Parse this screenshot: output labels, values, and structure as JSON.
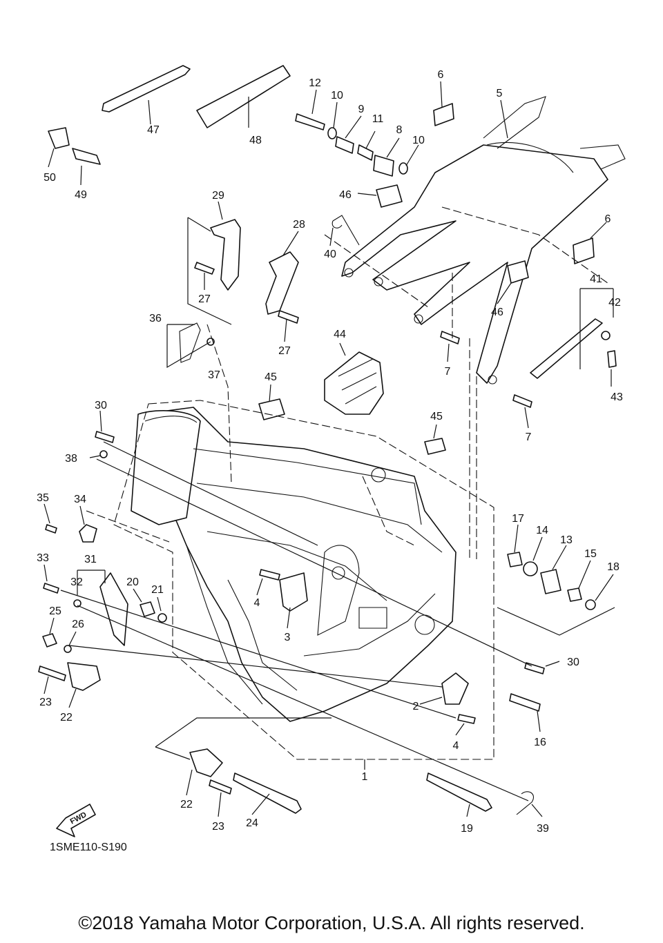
{
  "diagram_code": "1SME110-S190",
  "copyright": "©2018 Yamaha Motor Corporation, U.S.A. All rights reserved.",
  "fwd_label": "FWD",
  "callouts": [
    "1",
    "2",
    "3",
    "4",
    "4",
    "5",
    "6",
    "6",
    "7",
    "7",
    "8",
    "9",
    "10",
    "10",
    "11",
    "12",
    "13",
    "14",
    "15",
    "16",
    "17",
    "18",
    "19",
    "20",
    "21",
    "22",
    "22",
    "23",
    "23",
    "24",
    "25",
    "26",
    "27",
    "27",
    "28",
    "29",
    "30",
    "30",
    "31",
    "32",
    "33",
    "34",
    "35",
    "36",
    "37",
    "38",
    "39",
    "40",
    "41",
    "42",
    "43",
    "44",
    "45",
    "45",
    "46",
    "46",
    "47",
    "48",
    "49",
    "50"
  ]
}
